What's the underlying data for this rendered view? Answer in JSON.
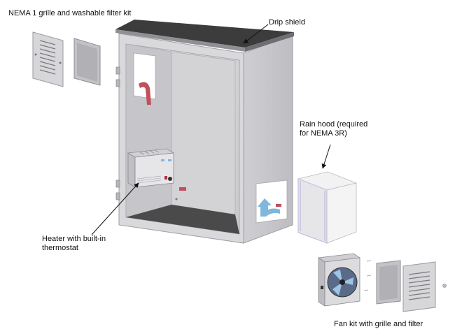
{
  "labels": {
    "nema_kit": "NEMA 1 grille and washable filter kit",
    "drip_shield": "Drip shield",
    "rain_hood_1": "Rain hood (required",
    "rain_hood_2": "for NEMA 3R)",
    "heater_1": "Heater with built-in",
    "heater_2": "thermostat",
    "fan_kit": "Fan kit with grille and filter"
  },
  "colors": {
    "panel": "#cfcfd3",
    "panel_light": "#e4e4e7",
    "roof": "#3c3c3c",
    "floor": "#4a4a4a",
    "hood": "#eeeeef",
    "hood_edge": "#c8bfe0",
    "accent_red": "#c0505a",
    "accent_blue": "#7fb7dd"
  }
}
